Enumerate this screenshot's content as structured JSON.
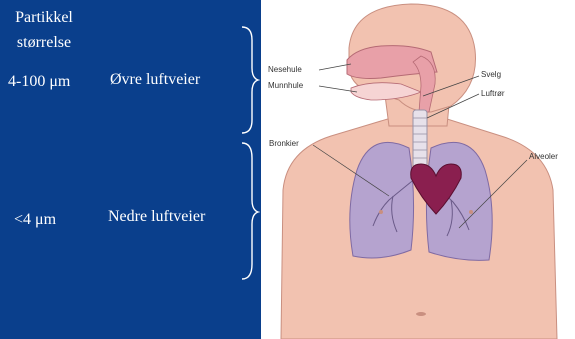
{
  "left_panel": {
    "header_line1": "Partikkel",
    "header_line2": "størrelse",
    "upper": {
      "size": "4-100 μm",
      "region": "Øvre luftveier"
    },
    "lower": {
      "size": "<4 μm",
      "region": "Nedre luftveier"
    },
    "bg_color": "#0a3f8c",
    "text_color": "#ffffff"
  },
  "figure": {
    "labels": {
      "nesehule": "Nesehule",
      "munnhule": "Munnhule",
      "svelg": "Svelg",
      "luftror": "Luftrør",
      "bronkier": "Bronkier",
      "alveoler": "Alveoler"
    },
    "colors": {
      "skin": "#f2c2b0",
      "lungs": "#b5a3cf",
      "heart": "#8a1f4f",
      "airway": "#e8a0a8"
    }
  }
}
